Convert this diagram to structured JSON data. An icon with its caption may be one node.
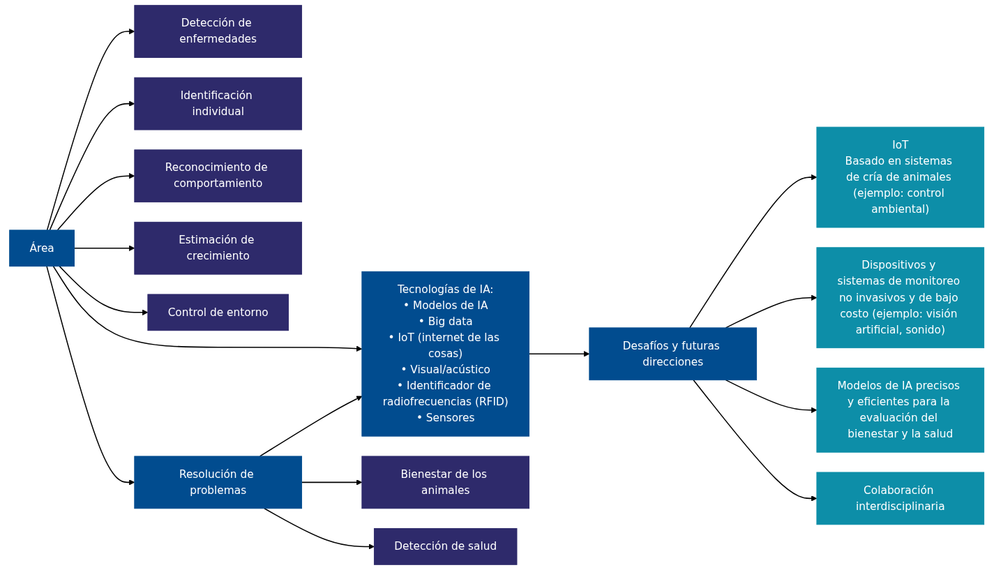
{
  "diagram": {
    "nodes": [
      {
        "text": [
          "Detección de enfermedades"
        ]
      },
      {
        "text": [
          "Identificación individual"
        ]
      },
      {
        "text": [
          "Reconocimiento de comportamiento"
        ]
      },
      {
        "text": [
          "Estimación de crecimiento"
        ]
      },
      {
        "text": [
          "Control de entorno"
        ]
      },
      {
        "text": [
          "Bienestar de los animales"
        ]
      },
      {
        "text": [
          "Detección de salud"
        ]
      },
      {
        "text": [
          "Área"
        ]
      },
      {
        "text": [
          "Resolución de problemas"
        ]
      },
      {
        "text": [
          "Tecnologías de IA:",
          "• Modelos de IA",
          "• Big data",
          "• IoT (internet de las cosas)",
          "• Visual/acústico",
          "• Identificador de radiofrecuencias (RFID)",
          "• Sensores"
        ]
      },
      {
        "text": [
          "Desafíos y futuras direcciones"
        ]
      },
      {
        "text": [
          "IoT",
          "Basado en sistemas de cría de animales (ejemplo: control ambiental)"
        ]
      },
      {
        "text": [
          "Dispositivos y sistemas de monitoreo no invasivos y de bajo costo (ejemplo: visión artificial, sonido)"
        ]
      },
      {
        "text": [
          "Modelos de IA precisos y eficientes para la evaluación del bienestar y la salud"
        ]
      },
      {
        "text": [
          "Colaboración interdisciplinaria"
        ]
      }
    ],
    "edges": [
      {
        "from": 7,
        "to": 0,
        "arrow": "to"
      },
      {
        "from": 7,
        "to": 1,
        "arrow": "to"
      },
      {
        "from": 7,
        "to": 2,
        "arrow": "to"
      },
      {
        "from": 7,
        "to": 3,
        "arrow": "to"
      },
      {
        "from": 7,
        "to": 4,
        "arrow": "to"
      },
      {
        "from": 7,
        "to": 9,
        "arrow": "to"
      },
      {
        "from": 7,
        "to": 8,
        "arrow": "to"
      },
      {
        "from": 8,
        "to": 9,
        "arrow": "to"
      },
      {
        "from": 8,
        "to": 5,
        "arrow": "to"
      },
      {
        "from": 8,
        "to": 6,
        "arrow": "to"
      },
      {
        "from": 9,
        "to": 10,
        "arrow": "to"
      },
      {
        "from": 10,
        "to": 11,
        "arrow": "to"
      },
      {
        "from": 10,
        "to": 12,
        "arrow": "to"
      },
      {
        "from": 10,
        "to": 13,
        "arrow": "to"
      },
      {
        "from": 10,
        "to": 14,
        "arrow": "to"
      }
    ]
  }
}
